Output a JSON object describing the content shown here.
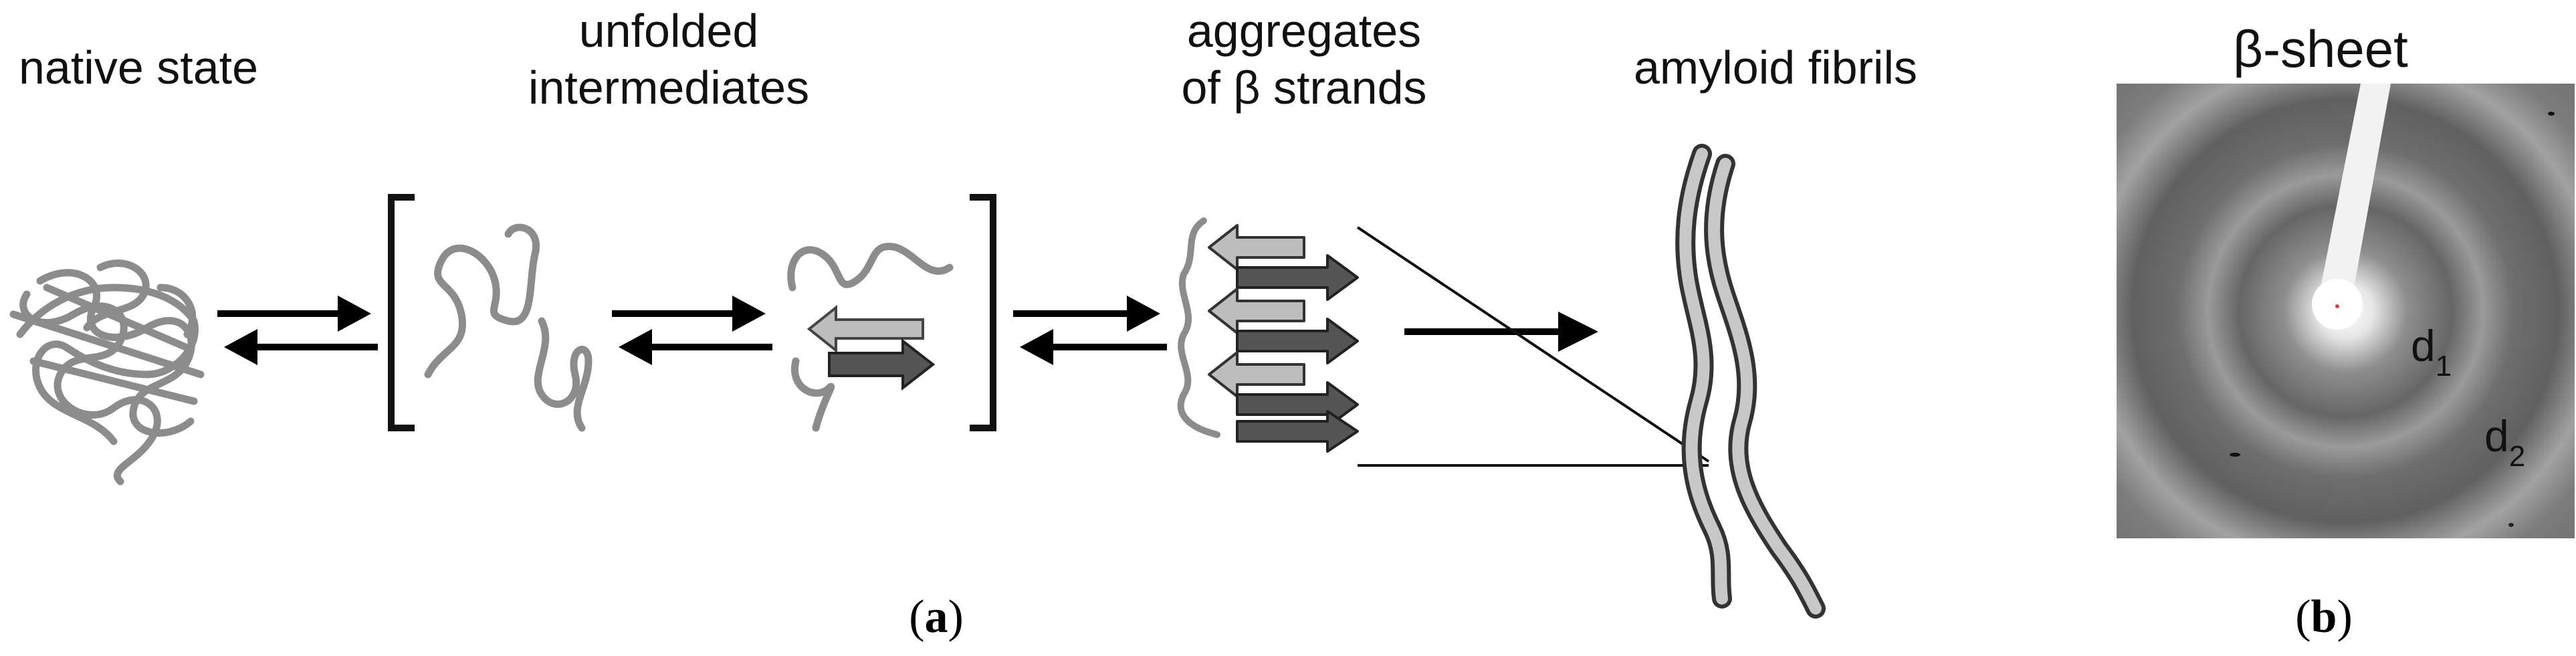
{
  "panel_a": {
    "stage_native": "native state",
    "stage_unfolded_line1": "unfolded",
    "stage_unfolded_line2": "intermediates",
    "stage_aggregates_line1": "aggregates",
    "stage_aggregates_line2": "of β strands",
    "stage_fibrils": "amyloid fibrils",
    "caption_open": "(",
    "caption_letter": "a",
    "caption_close": ")"
  },
  "panel_b": {
    "title": "β-sheet",
    "ring1_label": "d",
    "ring1_sub": "1",
    "ring2_label": "d",
    "ring2_sub": "2",
    "caption_open": "(",
    "caption_letter": "b",
    "caption_close": ")"
  },
  "colors": {
    "chain": "#8c8c8c",
    "strand_light": "#bdbdbd",
    "strand_dark": "#555555",
    "arrow": "#000000",
    "diffraction_bg": "#7a7a7a",
    "ring": "#a6a6a6",
    "beam": "#f2f2f2"
  }
}
